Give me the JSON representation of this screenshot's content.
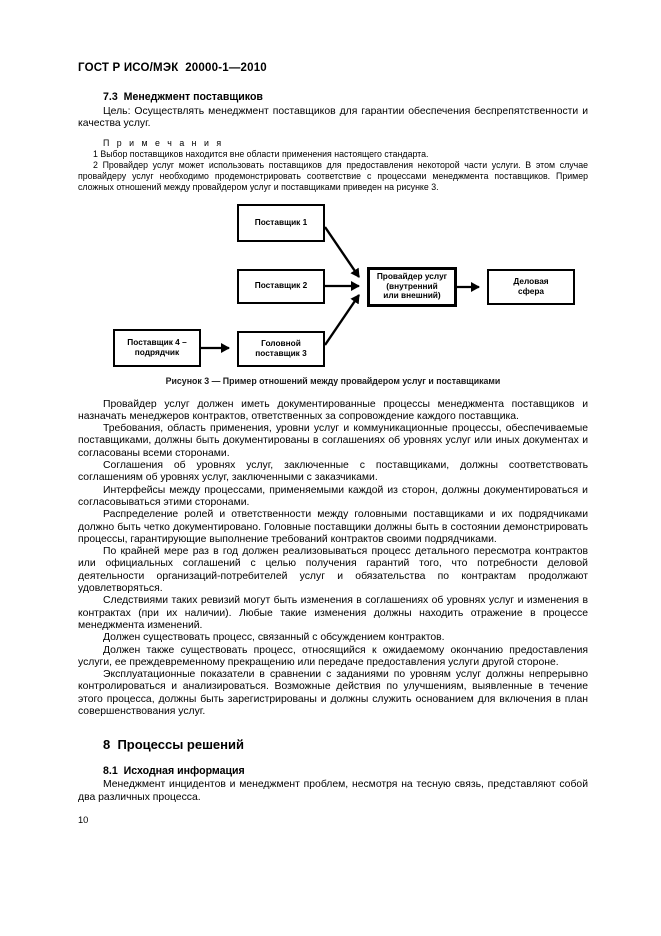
{
  "colors": {
    "ink": "#000000",
    "page_bg": "#ffffff"
  },
  "page": {
    "header": "ГОСТ Р ИСО/МЭК  20000-1—2010",
    "page_number": "10"
  },
  "section_7_3": {
    "heading": "7.3  Менеджмент поставщиков",
    "goal": "Цель:  Осуществлять менеджмент поставщиков для гарантии обеспечения беспрепятственности и качества услуг.",
    "notes_label": "П р и м е ч а н и я",
    "notes": [
      "1  Выбор поставщиков находится вне области применения настоящего стандарта.",
      "2  Провайдер услуг может использовать поставщиков для предоставления некоторой части услуги. В этом случае провайдеру услуг необходимо продемонстрировать соответствие с процессами менеджмента поставщиков. Пример сложных отношений между провайдером услуг и поставщиками приведен на рисунке 3."
    ],
    "figure": {
      "caption": "Рисунок 3 — Пример отношений между провайдером услуг и поставщиками",
      "boxes": {
        "supplier1": "Поставщик 1",
        "supplier2": "Поставщик 2",
        "supplier4": "Поставщик 4 –\nподрядчик",
        "lead_supplier3": "Головной\nпоставщик 3",
        "provider": "Провайдер услуг\n(внутренний\nили внешний)",
        "business": "Деловая\nсфера"
      }
    },
    "paragraphs": [
      "Провайдер услуг должен иметь документированные процессы менеджмента поставщиков и назначать менеджеров контрактов, ответственных за сопровождение каждого поставщика.",
      "Требования, область применения, уровни услуг и коммуникационные процессы, обеспечиваемые поставщиками, должны быть документированы в соглашениях об уровнях услуг или иных документах и согласованы всеми сторонами.",
      "Соглашения об уровнях услуг, заключенные с поставщиками, должны соответствовать соглашениям об уровнях услуг, заключенными с заказчиками.",
      "Интерфейсы между процессами, применяемыми каждой из сторон, должны документироваться и согласовываться этими сторонами.",
      "Распределение ролей и ответственности между головными поставщиками и их подрядчиками должно быть четко документировано. Головные поставщики должны быть в состоянии демонстрировать процессы, гарантирующие выполнение требований контрактов своими подрядчиками.",
      "По крайней мере раз в год должен реализовываться процесс детального пересмотра контрактов или официальных соглашений с целью получения гарантий того, что потребности деловой деятельности организаций-потребителей услуг и обязательства по контрактам продолжают удовлетворяться.",
      "Следствиями таких ревизий могут быть изменения в соглашениях об уровнях услуг и изменения в контрактах (при их наличии). Любые такие изменения должны находить отражение в процессе менеджмента изменений.",
      "Должен существовать процесс, связанный с обсуждением контрактов.",
      "Должен также существовать процесс, относящийся к ожидаемому окончанию предоставления услуги, ее преждевременному прекращению или передаче предоставления услуги другой стороне.",
      "Эксплуатационные показатели в сравнении с заданиями по уровням услуг должны непрерывно контролироваться и анализироваться. Возможные действия по улучшениям, выявленные в течение этого процесса, должны быть зарегистрированы и должны служить основанием для включения в план совершенствования услуг."
    ]
  },
  "section_8": {
    "heading": "8  Процессы решений",
    "sub_heading": "8.1  Исходная информация",
    "paragraph": "Менеджмент инцидентов и менеджмент проблем, несмотря на тесную связь, представляют собой два различных процесса."
  }
}
